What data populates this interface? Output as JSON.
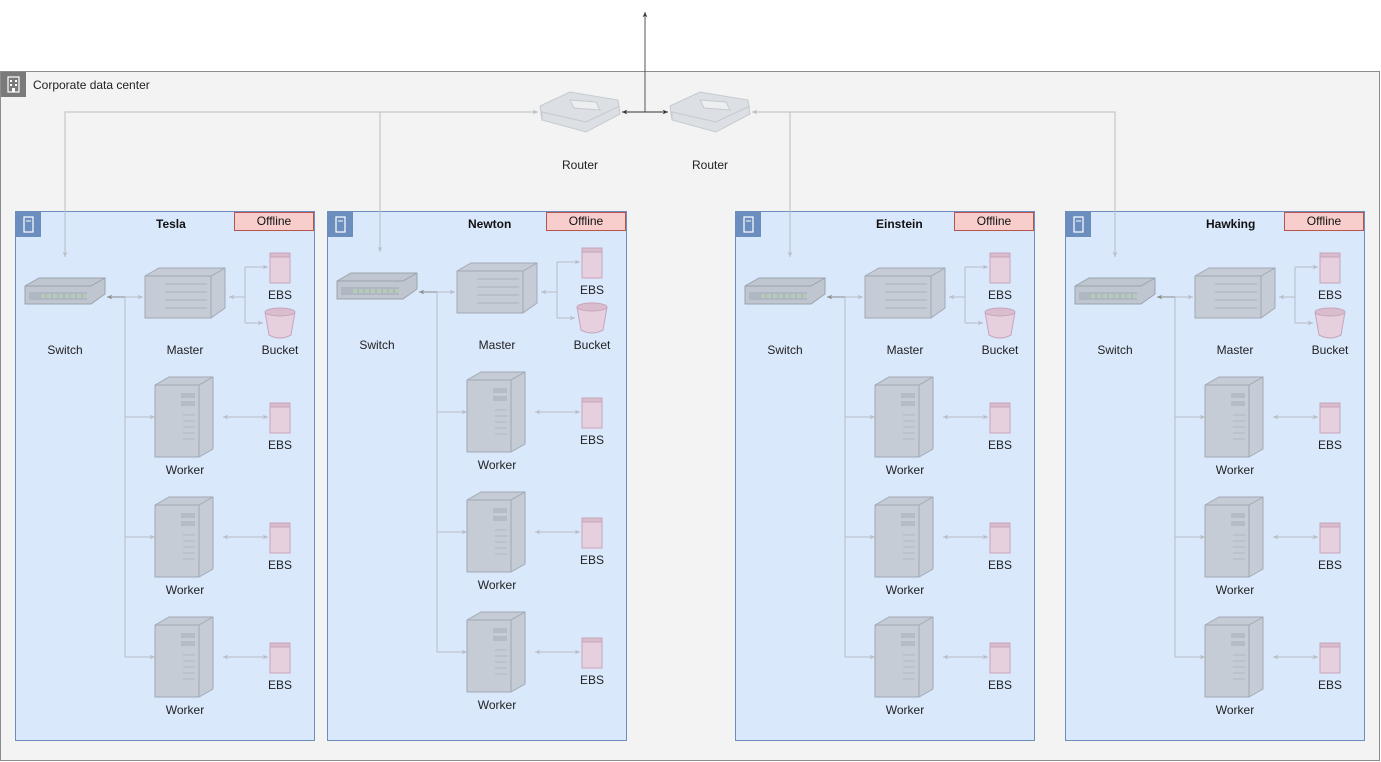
{
  "datacenter": {
    "label": "Corporate data center"
  },
  "routers": [
    {
      "label": "Router"
    },
    {
      "label": "Router"
    }
  ],
  "clusters": [
    {
      "name": "Tesla",
      "status": "Offline",
      "switch": "Switch",
      "master": "Master",
      "ebs": "EBS",
      "bucket": "Bucket",
      "workers": [
        {
          "label": "Worker",
          "disk": "EBS"
        },
        {
          "label": "Worker",
          "disk": "EBS"
        },
        {
          "label": "Worker",
          "disk": "EBS"
        }
      ]
    },
    {
      "name": "Newton",
      "status": "Offline",
      "switch": "Switch",
      "master": "Master",
      "ebs": "EBS",
      "bucket": "Bucket",
      "workers": [
        {
          "label": "Worker",
          "disk": "EBS"
        },
        {
          "label": "Worker",
          "disk": "EBS"
        },
        {
          "label": "Worker",
          "disk": "EBS"
        }
      ]
    },
    {
      "name": "Einstein",
      "status": "Offline",
      "switch": "Switch",
      "master": "Master",
      "ebs": "EBS",
      "bucket": "Bucket",
      "workers": [
        {
          "label": "Worker",
          "disk": "EBS"
        },
        {
          "label": "Worker",
          "disk": "EBS"
        },
        {
          "label": "Worker",
          "disk": "EBS"
        }
      ]
    },
    {
      "name": "Hawking",
      "status": "Offline",
      "switch": "Switch",
      "master": "Master",
      "ebs": "EBS",
      "bucket": "Bucket",
      "workers": [
        {
          "label": "Worker",
          "disk": "EBS"
        },
        {
          "label": "Worker",
          "disk": "EBS"
        },
        {
          "label": "Worker",
          "disk": "EBS"
        }
      ]
    }
  ],
  "colors": {
    "cluster_fill": "#dae8fc",
    "cluster_border": "#6c8ebf",
    "badge_fill": "#f8cecc",
    "badge_border": "#b85450",
    "ebs_fill": "#e6d0de"
  }
}
